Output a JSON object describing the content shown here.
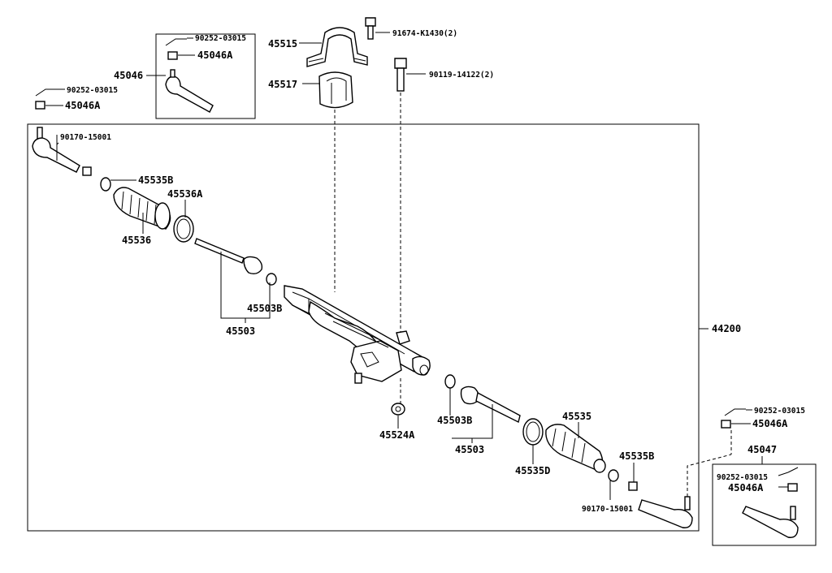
{
  "diagram": {
    "part_labels": {
      "bolt_91674": "91674-K1430(2)",
      "bracket_45515": "45515",
      "bolt_90119": "90119-14122(2)",
      "bushing_45517": "45517",
      "inset_left_pin": "90252-03015",
      "inset_left_nut": "45046A",
      "tie_rod_end_left": "45046",
      "left_pin": "90252-03015",
      "left_nut": "45046A",
      "left_clip": "90170-15001",
      "left_clamp": "45535B",
      "left_boot_clamp": "45536A",
      "left_boot": "45536",
      "left_washer": "45503B",
      "left_tie_rod": "45503",
      "assembly": "44200",
      "center_bushing": "45524A",
      "right_washer": "45503B",
      "right_tie_rod": "45503",
      "right_boot": "45535",
      "right_boot_clamp": "45535D",
      "right_clamp": "45535B",
      "right_clip": "90170-15001",
      "right_pin": "90252-03015",
      "right_nut": "45046A",
      "tie_rod_end_right": "45047",
      "inset_right_pin": "90252-03015",
      "inset_right_nut": "45046A"
    }
  }
}
